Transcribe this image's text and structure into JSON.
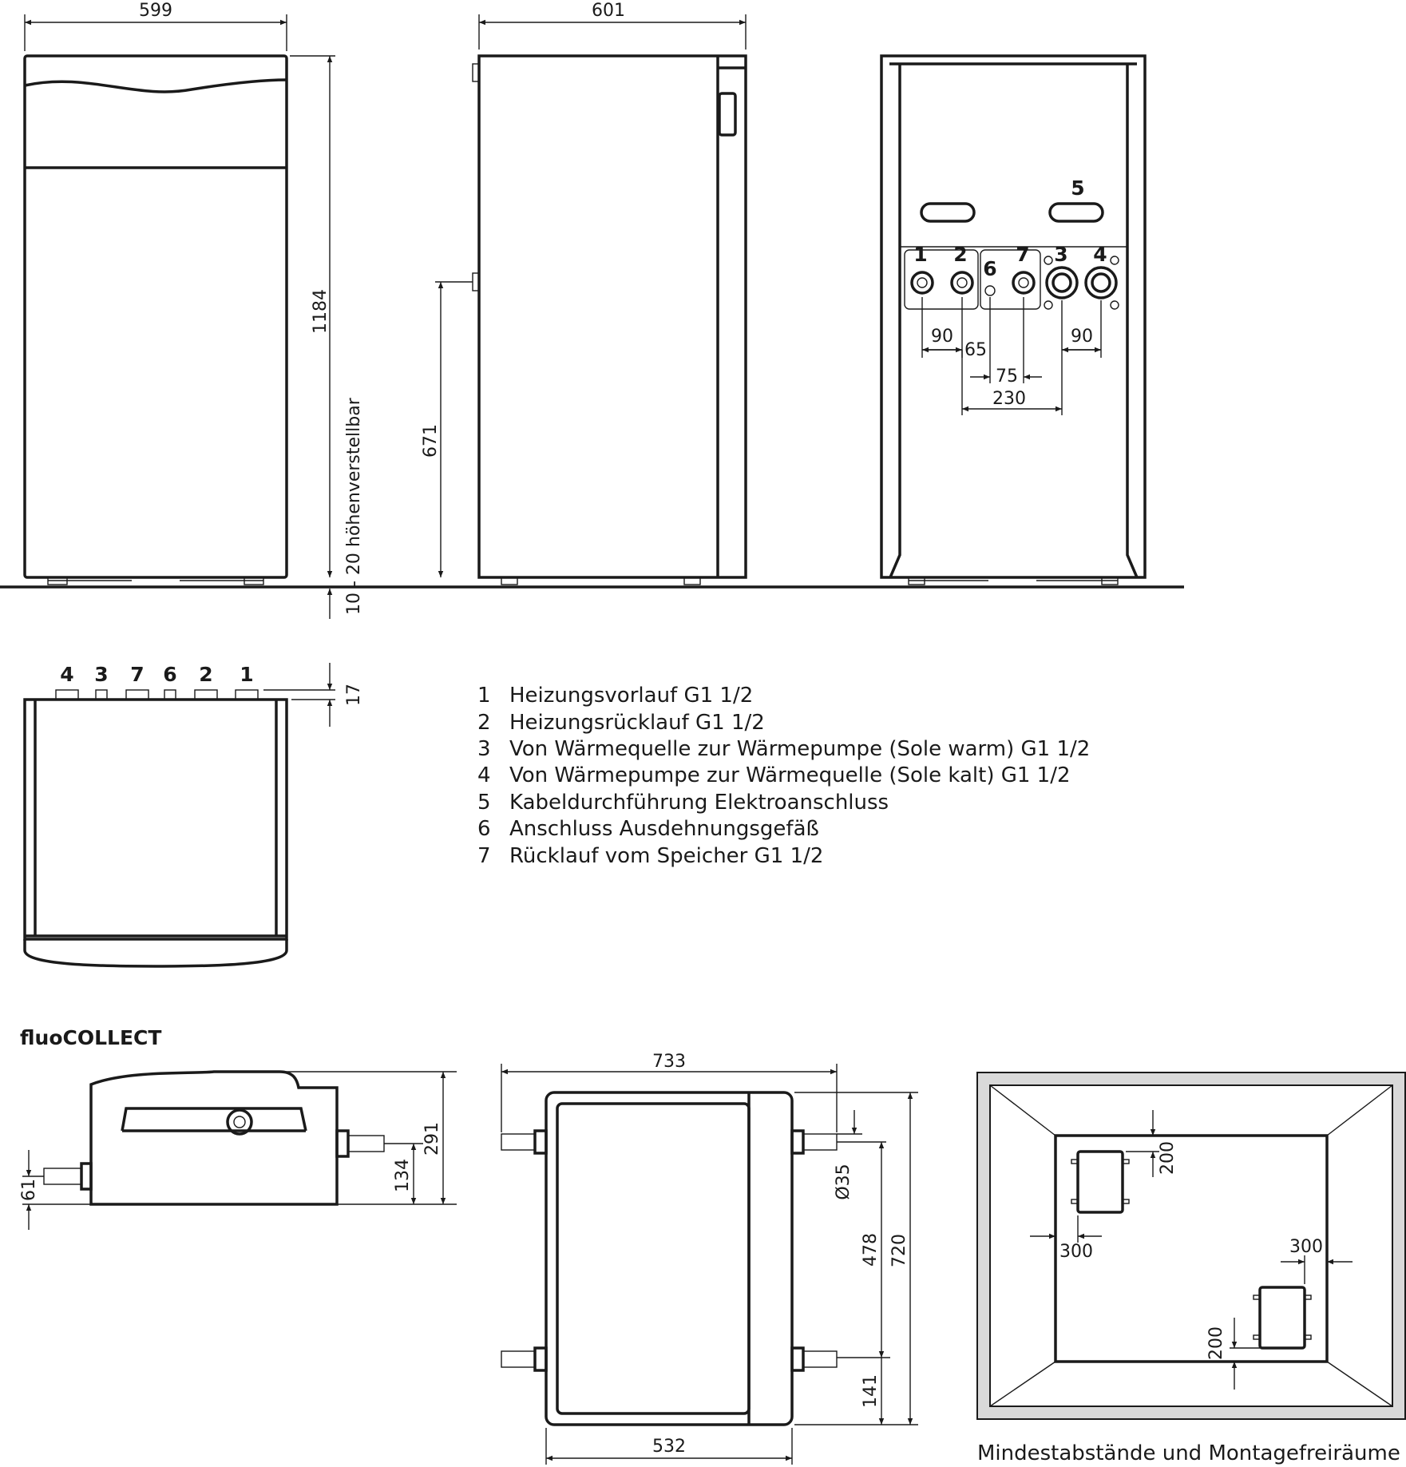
{
  "colors": {
    "line": "#1a1a1a",
    "frame_fill": "#d9d9d9",
    "background": "#ffffff"
  },
  "front_view": {
    "width": "599",
    "height": "1184",
    "adjust_range": "10 - 20",
    "adjust_label": "höhenverstellbar"
  },
  "side_view": {
    "width": "601",
    "height_connection": "671"
  },
  "rear_view": {
    "labels": {
      "c1": "1",
      "c2": "2",
      "c6": "6",
      "c7": "7",
      "c3": "3",
      "c4": "4",
      "c5": "5"
    },
    "dims": {
      "d90a": "90",
      "d65": "65",
      "d75": "75",
      "d230": "230",
      "d90b": "90"
    }
  },
  "top_view": {
    "labels": [
      "4",
      "3",
      "7",
      "6",
      "2",
      "1"
    ],
    "height": "17"
  },
  "legend": [
    {
      "num": "1",
      "text": "Heizungsvorlauf G1 1/2"
    },
    {
      "num": "2",
      "text": "Heizungsrücklauf G1 1/2"
    },
    {
      "num": "3",
      "text": "Von Wärmequelle zur Wärmepumpe (Sole warm) G1 1/2"
    },
    {
      "num": "4",
      "text": "Von Wärmepumpe zur Wärmequelle (Sole kalt) G1 1/2"
    },
    {
      "num": "5",
      "text": "Kabeldurchführung Elektroanschluss"
    },
    {
      "num": "6",
      "text": "Anschluss Ausdehnungsgefäß"
    },
    {
      "num": "7",
      "text": "Rücklauf vom Speicher G1 1/2"
    }
  ],
  "fluocollect": {
    "title": "fluoCOLLECT",
    "side": {
      "d61": "61",
      "d134": "134",
      "d291": "291"
    },
    "front": {
      "d733": "733",
      "d35": "Ø35",
      "d478": "478",
      "d720": "720",
      "d141": "141",
      "d532": "532"
    }
  },
  "clearance": {
    "caption": "Mindestabstände und Montagefreiräume",
    "top": "200",
    "left": "300",
    "right": "300",
    "bottom": "200"
  }
}
